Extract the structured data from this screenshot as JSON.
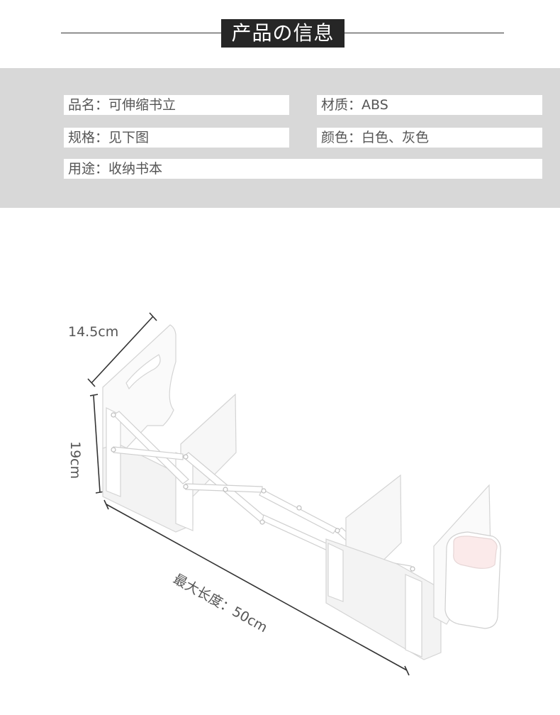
{
  "header": {
    "title": "产品の信息"
  },
  "info": {
    "name": "品名：可伸缩书立",
    "material": "材质：ABS",
    "spec": "规格：见下图",
    "color": "颜色：白色、灰色",
    "use": "用途：收纳书本"
  },
  "figure": {
    "depth_label": "14.5cm",
    "height_label": "19cm",
    "length_label": "最大长度：50cm"
  },
  "colors": {
    "title_bg": "#262626",
    "panel_bg": "#d8d8d8",
    "field_bg": "#ffffff"
  }
}
